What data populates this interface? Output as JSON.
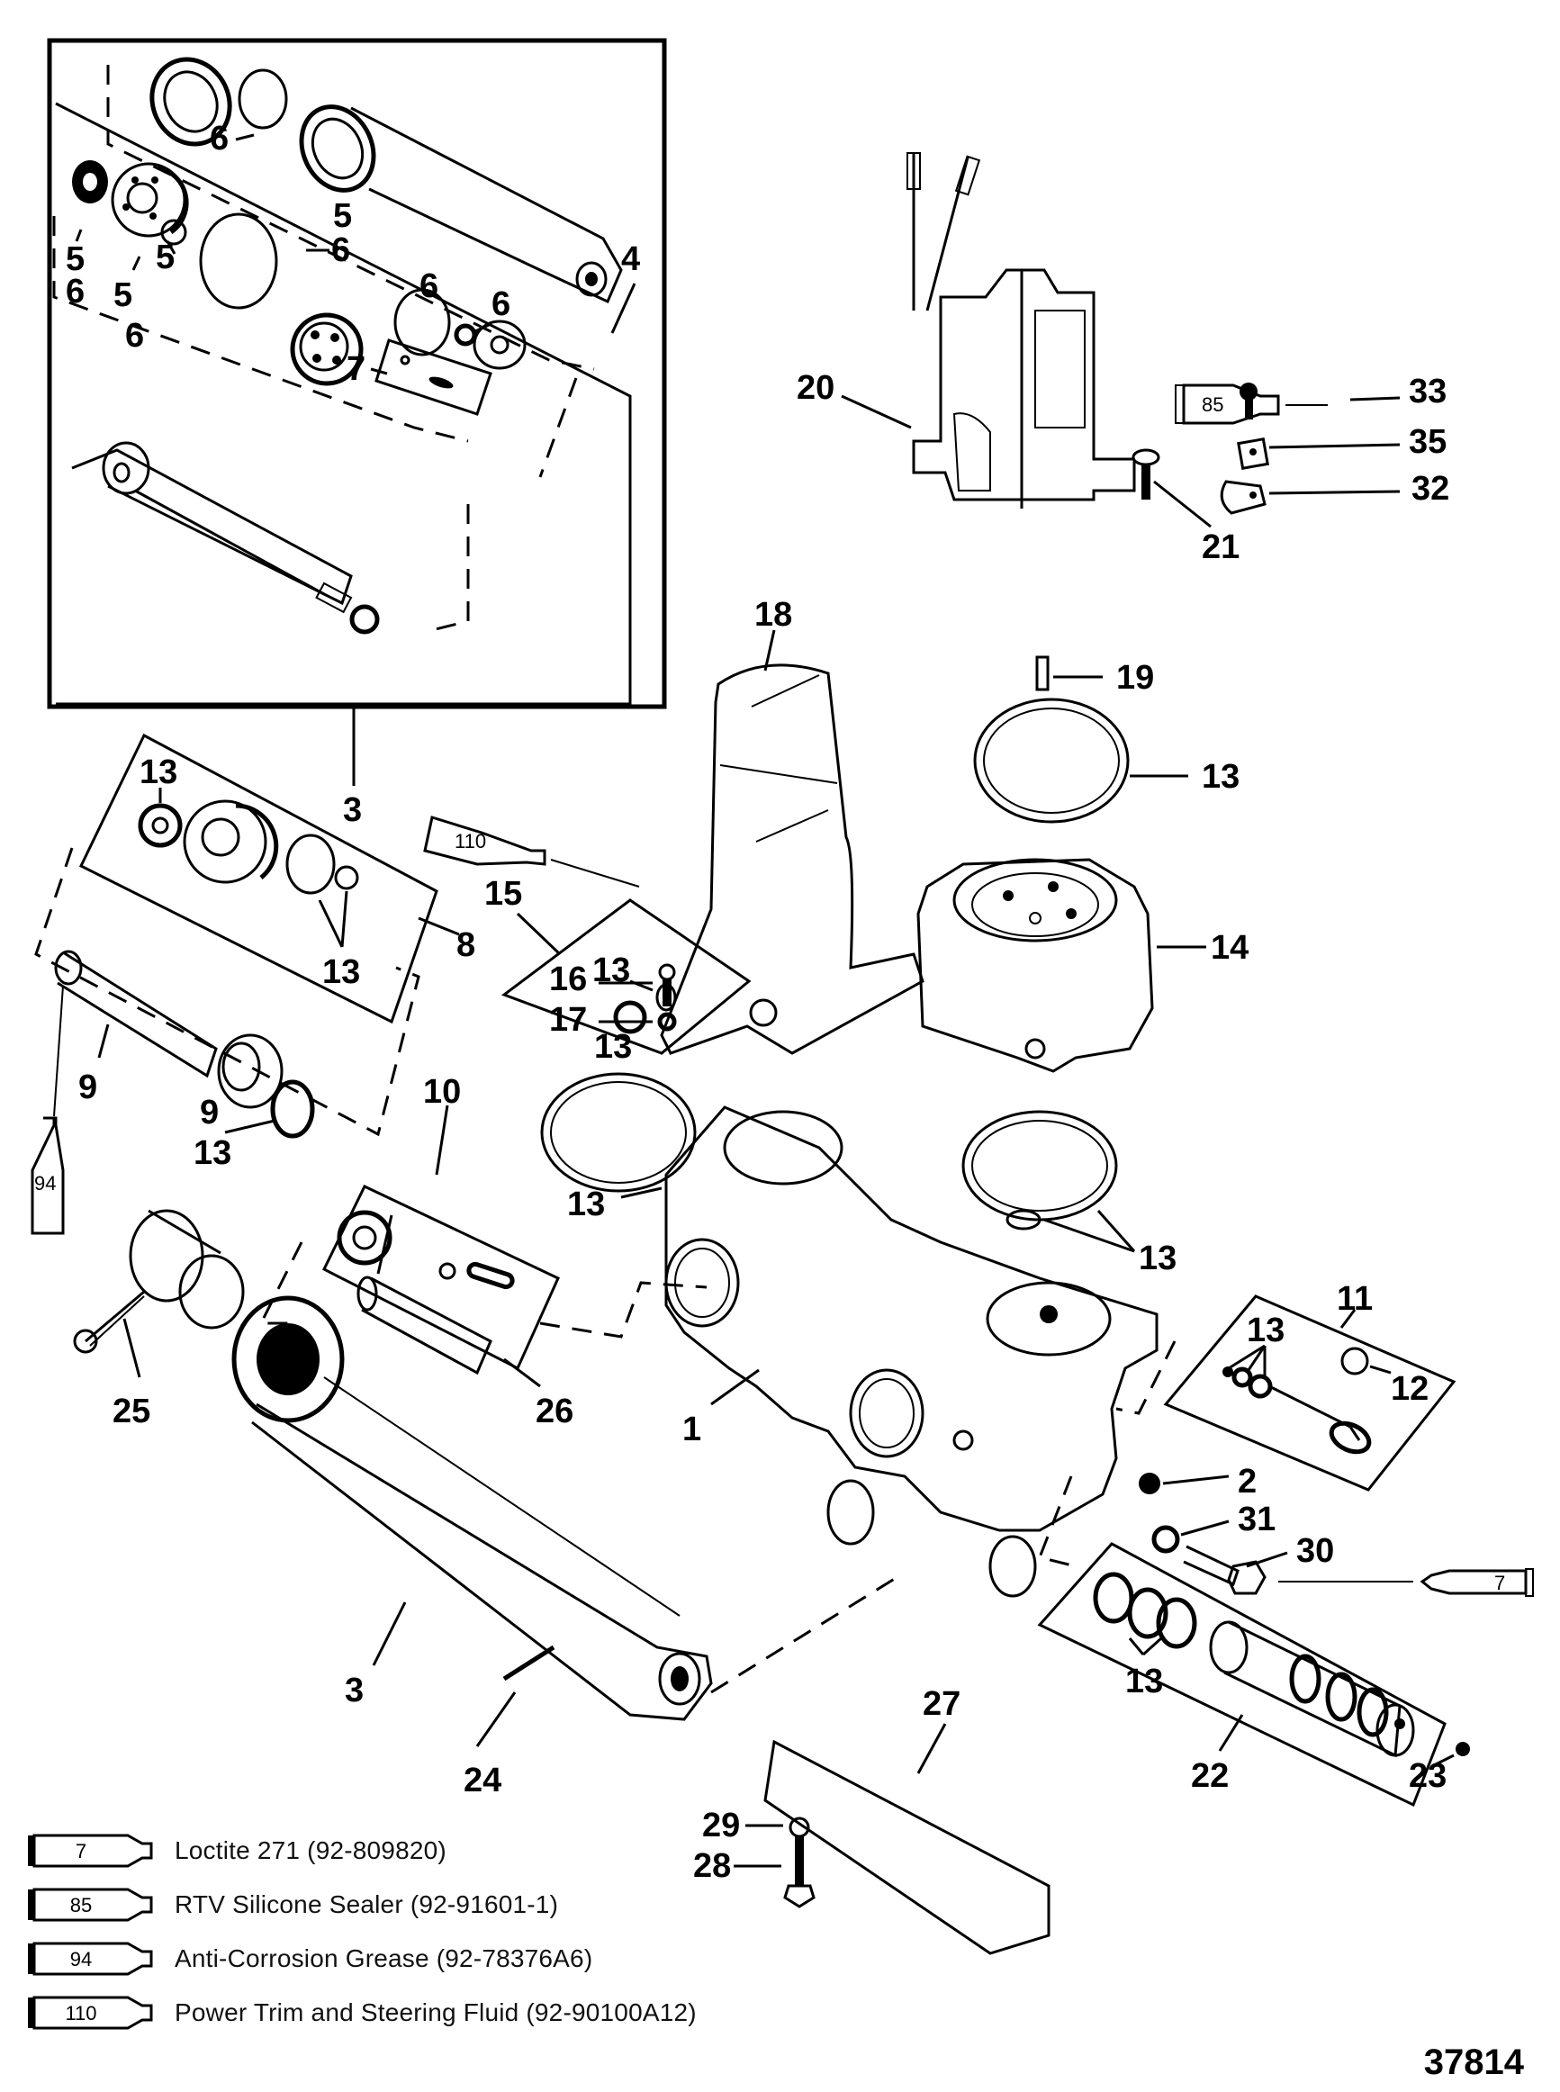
{
  "figure_number": "37814",
  "callouts": {
    "c1": "1",
    "c2": "2",
    "c3_top": "3",
    "c3_bottom": "3",
    "c4": "4",
    "c5_a": "5",
    "c5_b": "5",
    "c5_c": "5",
    "c5_d": "5",
    "c6_a": "6",
    "c6_b": "6",
    "c6_c": "6",
    "c6_d": "6",
    "c6_e": "6",
    "c6_f": "6",
    "c7": "7",
    "c8": "8",
    "c9_a": "9",
    "c9_b": "9",
    "c10": "10",
    "c11": "11",
    "c12": "12",
    "c13_a": "13",
    "c13_b": "13",
    "c13_c": "13",
    "c13_d": "13",
    "c13_e": "13",
    "c13_f": "13",
    "c13_g": "13",
    "c13_h": "13",
    "c13_i": "13",
    "c14": "14",
    "c15": "15",
    "c16": "16",
    "c17": "17",
    "c18": "18",
    "c19": "19",
    "c20": "20",
    "c21": "21",
    "c22": "22",
    "c23": "23",
    "c24": "24",
    "c25": "25",
    "c26": "26",
    "c27": "27",
    "c28": "28",
    "c29": "29",
    "c30": "30",
    "c31": "31",
    "c32": "32",
    "c33": "33",
    "c35": "35"
  },
  "inline_tubes": {
    "t85": "85",
    "t110": "110",
    "t94": "94",
    "t7": "7"
  },
  "legend": [
    {
      "tube": "7",
      "text": "Loctite 271 (92-809820)"
    },
    {
      "tube": "85",
      "text": "RTV Silicone Sealer (92-91601-1)"
    },
    {
      "tube": "94",
      "text": "Anti-Corrosion Grease (92-78376A6)"
    },
    {
      "tube": "110",
      "text": "Power Trim  and Steering Fluid (92-90100A12)"
    }
  ]
}
